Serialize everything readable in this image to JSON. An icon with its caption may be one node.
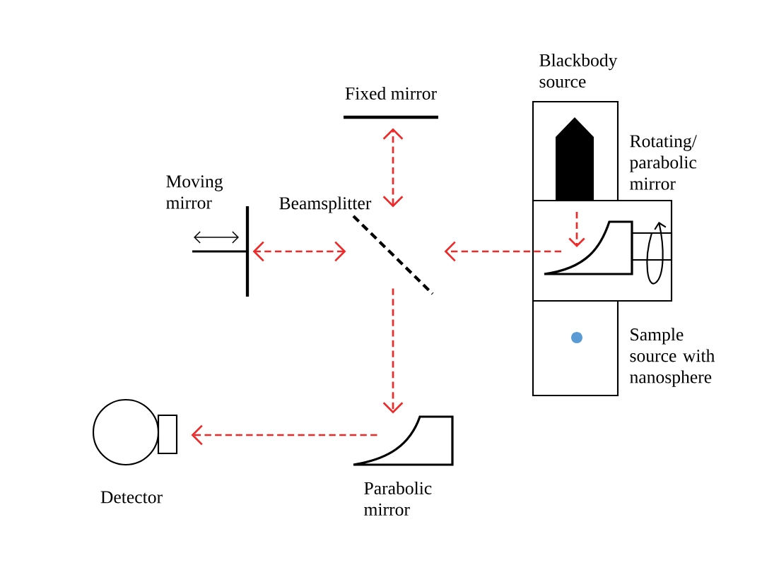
{
  "diagram": {
    "nodes": [
      {
        "text": [
          "Fixed mirror"
        ]
      },
      {
        "text": [
          "Moving mirror"
        ]
      },
      {
        "text": [
          "Beamsplitter"
        ]
      },
      {
        "text": [
          "Blackbody source"
        ]
      },
      {
        "text": [
          "Rotating/ parabolic mirror"
        ]
      },
      {
        "text": [
          "Sample source with nanosphere"
        ]
      },
      {
        "text": [
          "Parabolic mirror"
        ]
      },
      {
        "text": [
          "Detector"
        ]
      }
    ],
    "edges": [
      {
        "from": 2,
        "to": 0,
        "arrow": "both"
      },
      {
        "from": 2,
        "to": 1,
        "arrow": "both"
      },
      {
        "from": 4,
        "to": 2,
        "arrow": "to"
      },
      {
        "from": 2,
        "to": 6,
        "arrow": "to"
      },
      {
        "from": 6,
        "to": 7,
        "arrow": "to"
      }
    ]
  }
}
